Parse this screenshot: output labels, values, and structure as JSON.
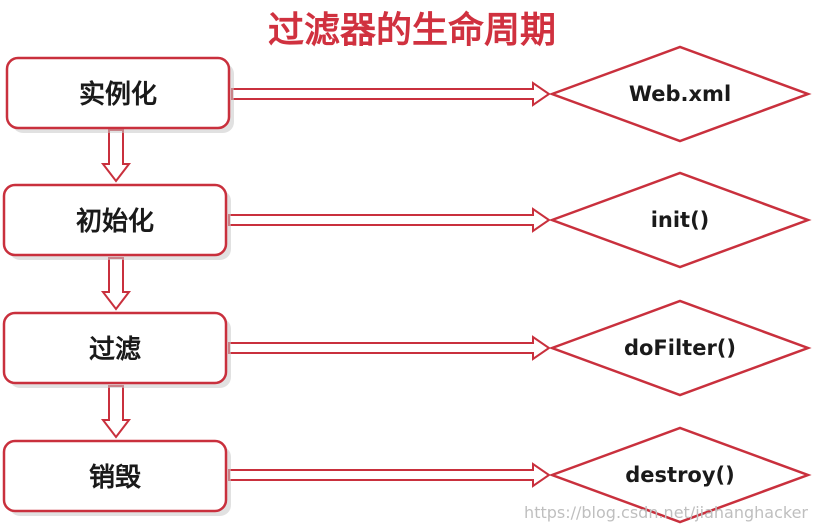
{
  "title": "过滤器的生命周期",
  "colors": {
    "accent": "#c9303d",
    "title": "#d0313f",
    "text": "#1a1a1a"
  },
  "stages": [
    {
      "label": "实例化",
      "method": "Web.xml"
    },
    {
      "label": "初始化",
      "method": "init()"
    },
    {
      "label": "过滤",
      "method": "doFilter()"
    },
    {
      "label": "销毁",
      "method": "destroy()"
    }
  ],
  "watermark": "https://blog.csdn.net/jiahanghacker"
}
